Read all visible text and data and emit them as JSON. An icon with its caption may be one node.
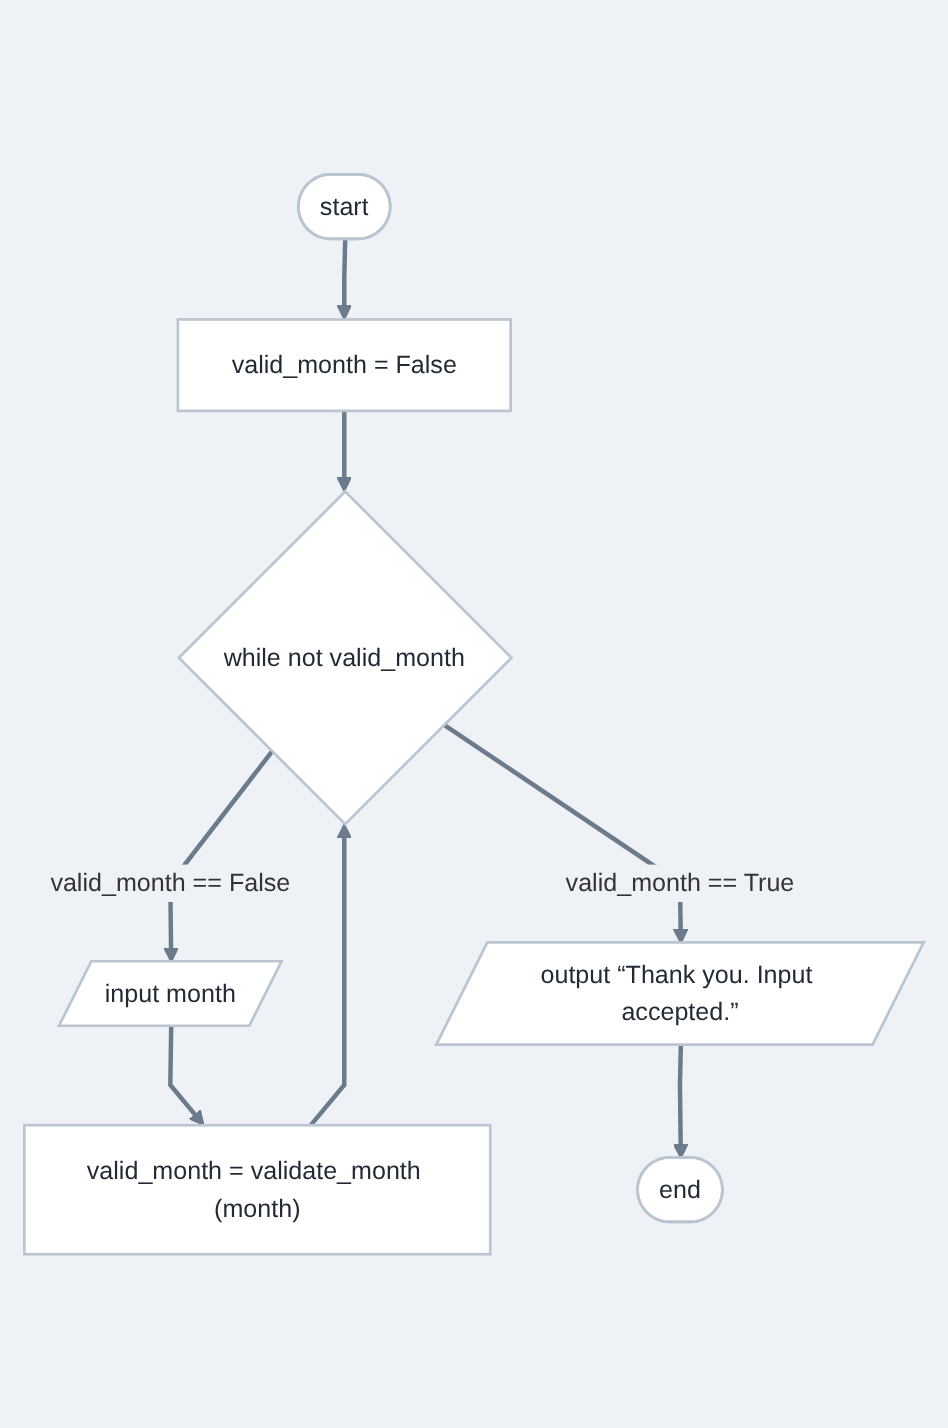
{
  "diagram": {
    "nodes": [
      {
        "text": [
          "start"
        ]
      },
      {
        "text": [
          "valid_month = False"
        ]
      },
      {
        "text": [
          "while not valid_month"
        ]
      },
      {
        "text": [
          "input month"
        ]
      },
      {
        "text": [
          "valid_month = validate_month (month)"
        ]
      },
      {
        "text": [
          "output “Thank you. Input accepted.”"
        ]
      },
      {
        "text": [
          "end"
        ]
      }
    ],
    "edges": [
      {
        "from": 0,
        "to": 1,
        "arrow": "to"
      },
      {
        "from": 1,
        "to": 2,
        "arrow": "to"
      },
      {
        "from": 2,
        "to": 3,
        "arrow": "to",
        "label": "valid_month == False"
      },
      {
        "from": 3,
        "to": 4,
        "arrow": "to"
      },
      {
        "from": 4,
        "to": 2,
        "arrow": "to"
      },
      {
        "from": 2,
        "to": 5,
        "arrow": "to",
        "label": "valid_month == True"
      },
      {
        "from": 5,
        "to": 6,
        "arrow": "to"
      }
    ]
  }
}
